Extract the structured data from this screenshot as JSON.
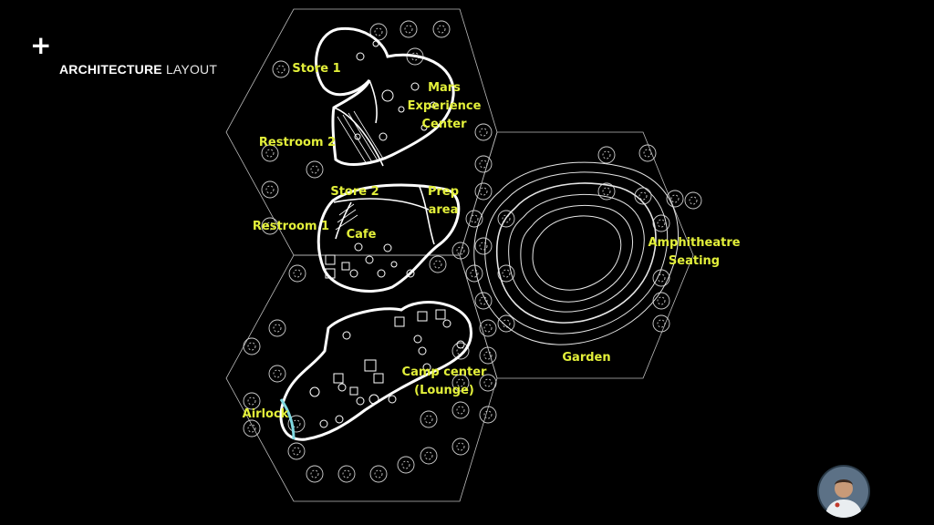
{
  "header": {
    "title_bold": "ARCHITECTURE",
    "title_light": "LAYOUT"
  },
  "labels": {
    "store1": "Store 1",
    "mars_line1": "Mars",
    "mars_line2": "Experience",
    "mars_line3": "Center",
    "restroom2": "Restroom 2",
    "store2": "Store 2",
    "prep_line1": "Prep",
    "prep_line2": "area",
    "restroom1": "Restroom 1",
    "cafe": "Cafe",
    "amphi_line1": "Amphitheatre",
    "amphi_line2": "Seating",
    "camp_line1": "Camp center",
    "camp_line2": "(Lounge)",
    "garden": "Garden",
    "airlock": "Airlock"
  },
  "colors": {
    "background": "#000000",
    "linework": "#ffffff",
    "label": "#e3f03a",
    "airlock_door": "#7fd8e0"
  },
  "icons": {
    "corner": "plus-icon",
    "trees": "tree-icon",
    "avatar": "astronaut-avatar"
  }
}
